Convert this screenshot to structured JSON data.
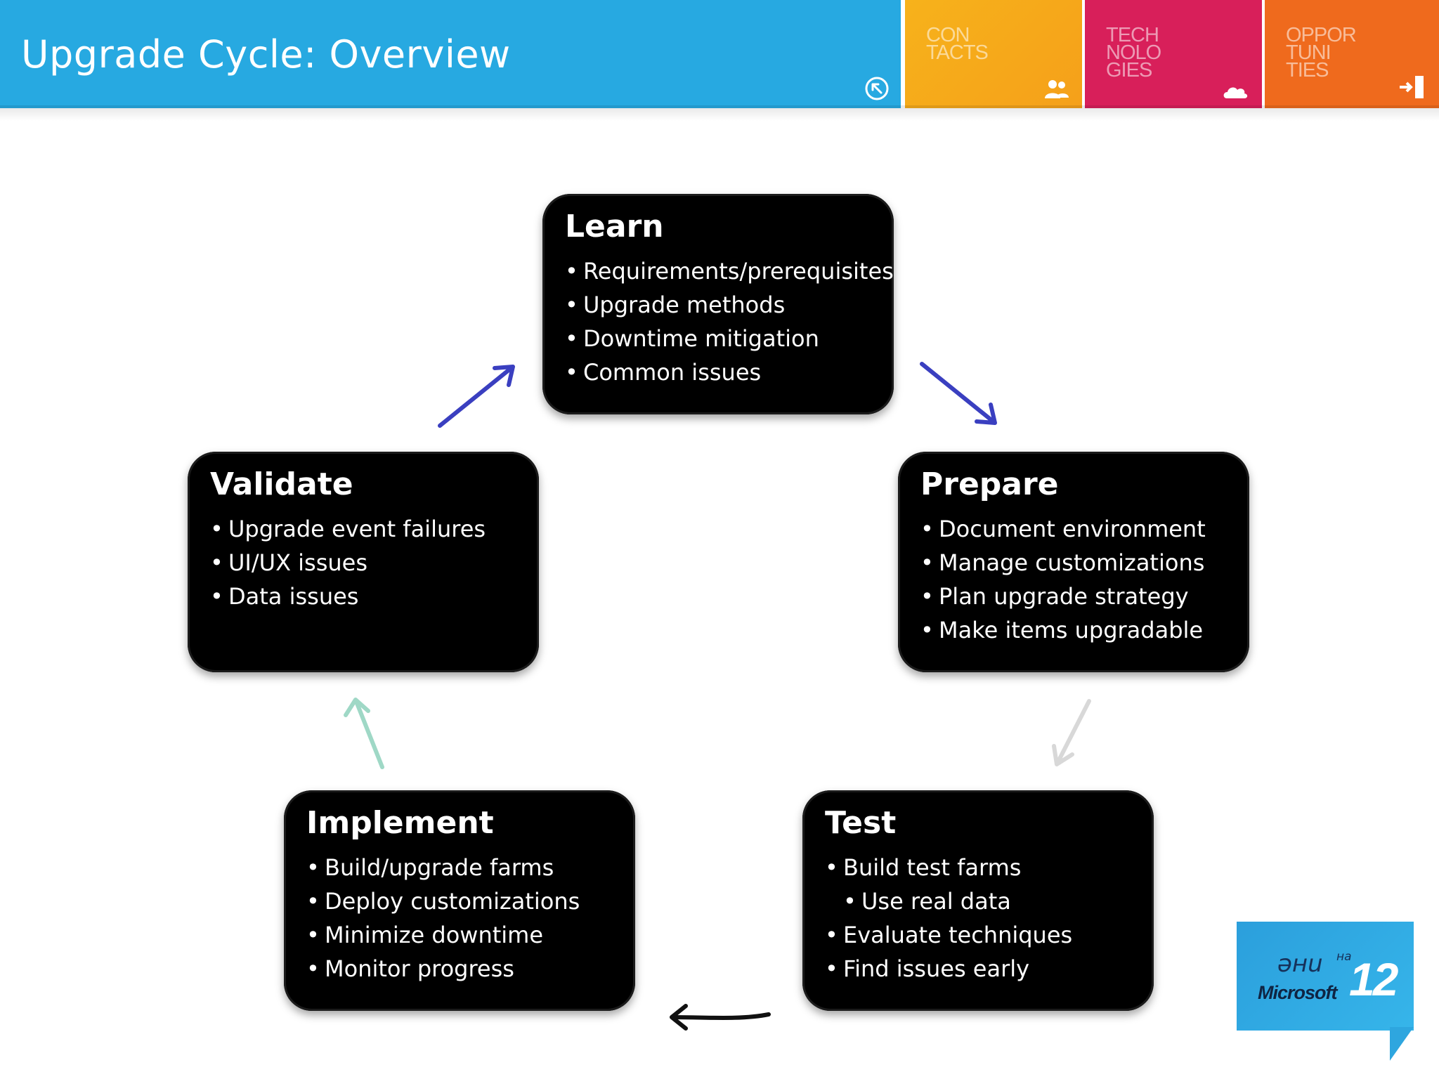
{
  "header": {
    "title": "Upgrade Cycle: Overview",
    "tiles": [
      {
        "label": "CON\nTACTS",
        "icon": "people-icon",
        "color": "#f7b21b"
      },
      {
        "label": "TECH\nNOLO\nGIES",
        "icon": "cloud-icon",
        "color": "#d81f5a"
      },
      {
        "label": "OPPOR\nTUNI\nTIES",
        "icon": "enter-door-icon",
        "color": "#ef6a1d"
      }
    ],
    "accent": "#27a9e1"
  },
  "cycle": {
    "learn": {
      "title": "Learn",
      "items": [
        "Requirements/prerequisites",
        "Upgrade methods",
        "Downtime mitigation",
        "Common issues"
      ]
    },
    "prepare": {
      "title": "Prepare",
      "items": [
        "Document environment",
        "Manage customizations",
        "Plan upgrade strategy",
        "Make items upgradable"
      ]
    },
    "test": {
      "title": "Test",
      "items": [
        "Build test farms",
        "Use real data",
        "Evaluate techniques",
        "Find issues early"
      ]
    },
    "implement": {
      "title": "Implement",
      "items": [
        "Build/upgrade farms",
        "Deploy customizations",
        "Minimize downtime",
        "Monitor progress"
      ]
    },
    "validate": {
      "title": "Validate",
      "items": [
        "Upgrade event failures",
        "UI/UX issues",
        "Data issues"
      ]
    }
  },
  "arrow_colors": {
    "validate_to_learn": "#3a3fc0",
    "learn_to_prepare": "#3a3fc0",
    "prepare_to_test": "#d8d8d8",
    "test_to_implement": "#111111",
    "implement_to_validate": "#9fd8c6"
  },
  "logo": {
    "line1": "ǝнu",
    "sup": "на",
    "brand": "Microsoft",
    "number": "12"
  }
}
